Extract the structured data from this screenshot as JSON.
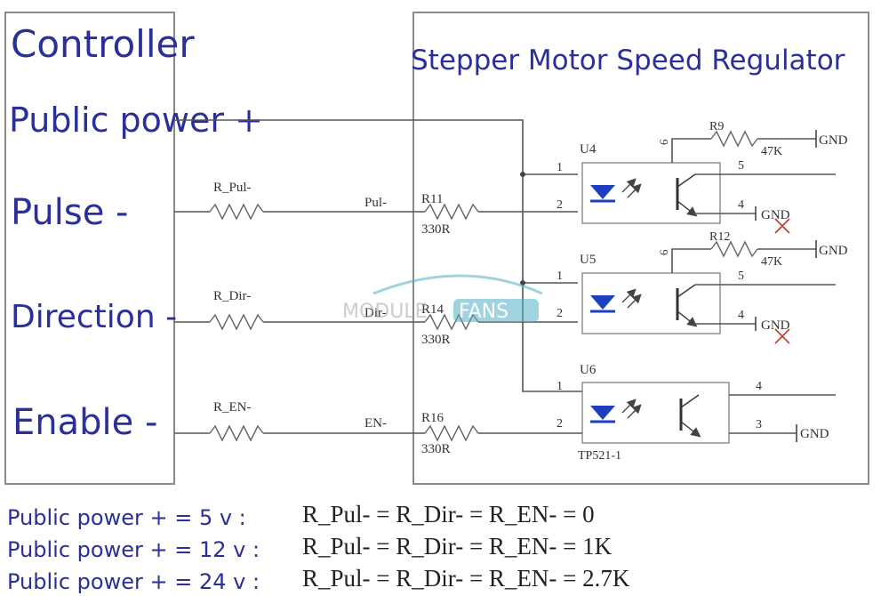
{
  "left_box": {
    "title": "Controller",
    "public_power": "Public power +",
    "pulse": "Pulse -",
    "direction": "Direction -",
    "enable": "Enable -"
  },
  "right_box": {
    "title": "Stepper Motor Speed Regulator"
  },
  "external_resistors": {
    "pul": "R_Pul-",
    "dir": "R_Dir-",
    "en": "R_EN-"
  },
  "signals": {
    "pul": "Pul-",
    "dir": "Dir-",
    "en": "EN-"
  },
  "internal_resistors": {
    "r11_name": "R11",
    "r11_value": "330R",
    "r14_name": "R14",
    "r14_value": "330R",
    "r16_name": "R16",
    "r16_value": "330R",
    "r9_name": "R9",
    "r9_value": "47K",
    "r12_name": "R12",
    "r12_value": "47K"
  },
  "optocouplers": {
    "u4": "U4",
    "u5": "U5",
    "u6": "U6",
    "u6_part": "TP521-1"
  },
  "pins": {
    "p1": "1",
    "p2": "2",
    "p3": "3",
    "p4": "4",
    "p5": "5",
    "p6": "6"
  },
  "gnd": "GND",
  "watermark": {
    "text_a": "MODULE",
    "text_b": "FANS"
  },
  "captions": [
    {
      "power": "Public power + = 5 v   :",
      "values": "R_Pul- = R_Dir- = R_EN- = 0"
    },
    {
      "power": "Public power + = 12 v :",
      "values": "R_Pul- = R_Dir- = R_EN- = 1K"
    },
    {
      "power": "Public power + = 24 v :",
      "values": "R_Pul- = R_Dir- = R_EN- = 2.7K"
    }
  ],
  "colors": {
    "label_blue": "#2a2f9a",
    "led_blue": "#1d3fbf",
    "watermark_teal": "#4fb0c6"
  }
}
